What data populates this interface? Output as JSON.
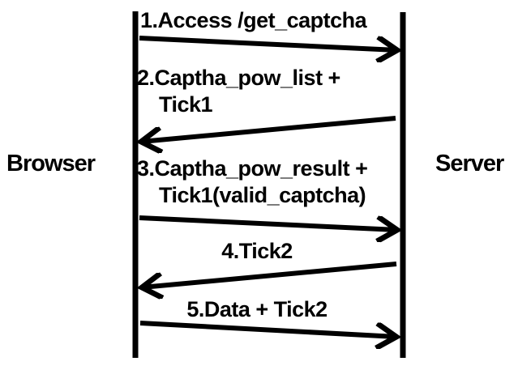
{
  "diagram": {
    "type": "sequence",
    "participants": [
      {
        "name": "Browser"
      },
      {
        "name": "Server"
      }
    ],
    "messages": [
      {
        "label": "1.Access /get_captcha",
        "from": "Browser",
        "to": "Server",
        "direction": "right"
      },
      {
        "label": "2.Captha_pow_list +",
        "label_line2": "Tick1",
        "from": "Server",
        "to": "Browser",
        "direction": "left"
      },
      {
        "label": "3.Captha_pow_result +",
        "label_line2": "Tick1(valid_captcha)",
        "from": "Browser",
        "to": "Server",
        "direction": "right"
      },
      {
        "label": "4.Tick2",
        "from": "Server",
        "to": "Browser",
        "direction": "left"
      },
      {
        "label": "5.Data + Tick2",
        "from": "Browser",
        "to": "Server",
        "direction": "right"
      }
    ],
    "colors": {
      "foreground": "#000000",
      "background": "#ffffff"
    }
  }
}
